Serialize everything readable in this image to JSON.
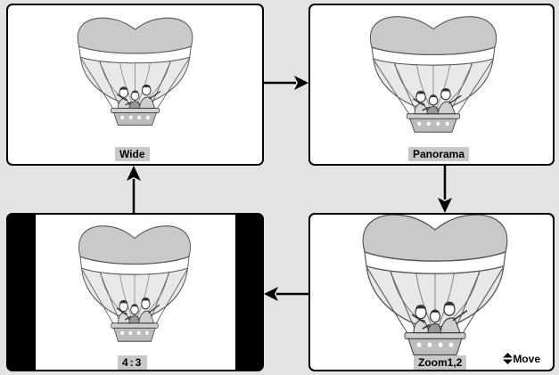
{
  "panels": {
    "wide": {
      "label": "Wide"
    },
    "panorama": {
      "label": "Panorama"
    },
    "ratio_4_3": {
      "label": "4:3"
    },
    "zoom": {
      "label": "Zoom1,2",
      "move_hint": "Move",
      "move_icon": "up-down-triangles-icon"
    }
  },
  "flow": [
    "Wide",
    "Panorama",
    "Zoom1,2",
    "4:3",
    "Wide"
  ],
  "colors": {
    "background": "#e3e3e3",
    "balloon_top": "#c9c9c9",
    "balloon_stripe": "#ffffff",
    "label_bg": "#c8c8c8",
    "pillarbox": "#000000"
  }
}
